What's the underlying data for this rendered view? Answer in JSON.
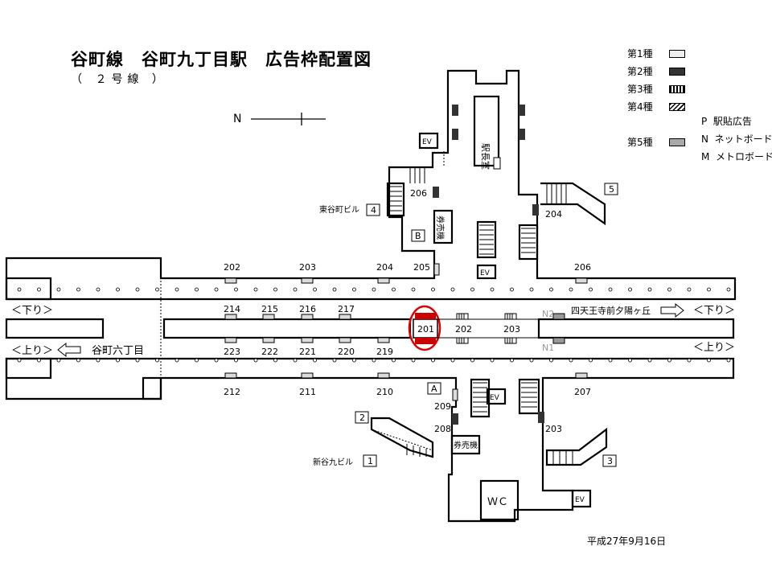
{
  "header": {
    "title": "谷町線　谷町九丁目駅　広告枠配置図",
    "subtitle": "（ ２号線 ）"
  },
  "legend": {
    "items": [
      {
        "label": "第1種",
        "kind": "type1"
      },
      {
        "label": "第2種",
        "kind": "type2"
      },
      {
        "label": "第3種",
        "kind": "type3"
      },
      {
        "label": "第4種",
        "kind": "type4"
      },
      {
        "label": "第5種",
        "kind": "type5"
      }
    ],
    "extra": [
      {
        "prefix": "P",
        "text": "駅貼広告"
      },
      {
        "prefix": "N",
        "text": "ネットボード"
      },
      {
        "prefix": "M",
        "text": "メトロボード"
      }
    ]
  },
  "north_label": "N",
  "direction_labels": {
    "down_left": "＜下り＞",
    "down_right": "＜下り＞",
    "up_left": "＜上り＞",
    "up_right": "＜上り＞",
    "toward_down": "四天王寺前夕陽ヶ丘",
    "toward_up": "谷町六丁目"
  },
  "rooms": {
    "station_master": "駅長室",
    "ticket_north": "券売機",
    "ticket_south": "券売機",
    "wc": "ＷＣ",
    "ev": "EV"
  },
  "exits": {
    "b": "B",
    "a": "A",
    "e1": "1",
    "e2": "2",
    "e3": "3",
    "e4": "4",
    "e5": "5",
    "bldg_east_tanimachi": "東谷町ビル",
    "bldg_shin_tani9": "新谷九ビル"
  },
  "ad_numbers": {
    "upper_wall": [
      "202",
      "203",
      "204",
      "205",
      "206"
    ],
    "concourse_north": [
      "206",
      "204"
    ],
    "platform_down": [
      "214",
      "215",
      "216",
      "217"
    ],
    "platform_up": [
      "223",
      "222",
      "221",
      "220",
      "219"
    ],
    "center": [
      "201",
      "202",
      "203"
    ],
    "lower_wall": [
      "212",
      "211",
      "210",
      "207"
    ],
    "concourse_south": [
      "209",
      "208",
      "203"
    ],
    "netboards": [
      "N2",
      "N1"
    ]
  },
  "date": "平成27年9月16日"
}
